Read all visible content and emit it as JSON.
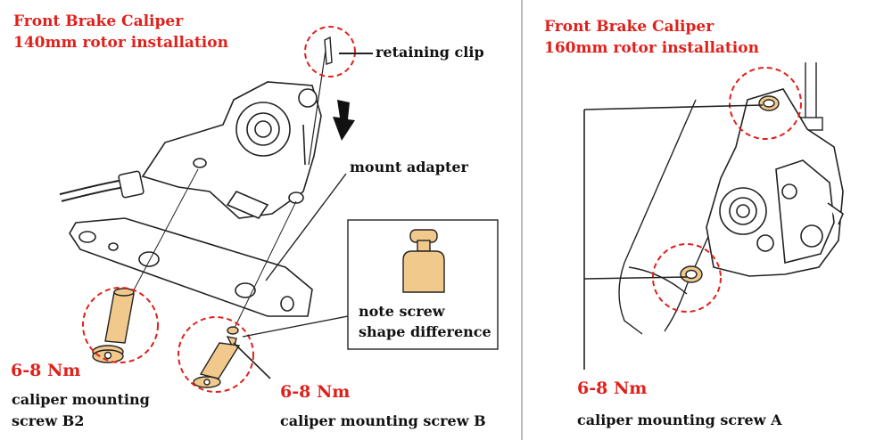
{
  "left_panel": {
    "title_line1": "Front Brake Caliper",
    "title_line2": "140mm rotor installation",
    "labels": {
      "retaining_clip": "retaining clip",
      "mount_adapter": "mount adapter",
      "note_line1": "note screw",
      "note_line2": "shape difference",
      "torque_b2": "6-8 Nm",
      "screw_b2_line1": "caliper mounting",
      "screw_b2_line2": "screw B2",
      "torque_b": "6-8 Nm",
      "screw_b": "caliper mounting screw B"
    }
  },
  "right_panel": {
    "title_line1": "Front Brake Caliper",
    "title_line2": "160mm rotor installation",
    "labels": {
      "torque_a": "6-8 Nm",
      "screw_a": "caliper mounting screw A"
    }
  },
  "colors": {
    "accent_red": "#e0201b",
    "screw_fill": "#f2c98c",
    "outline": "#222222",
    "divider": "#bbbbbb"
  }
}
